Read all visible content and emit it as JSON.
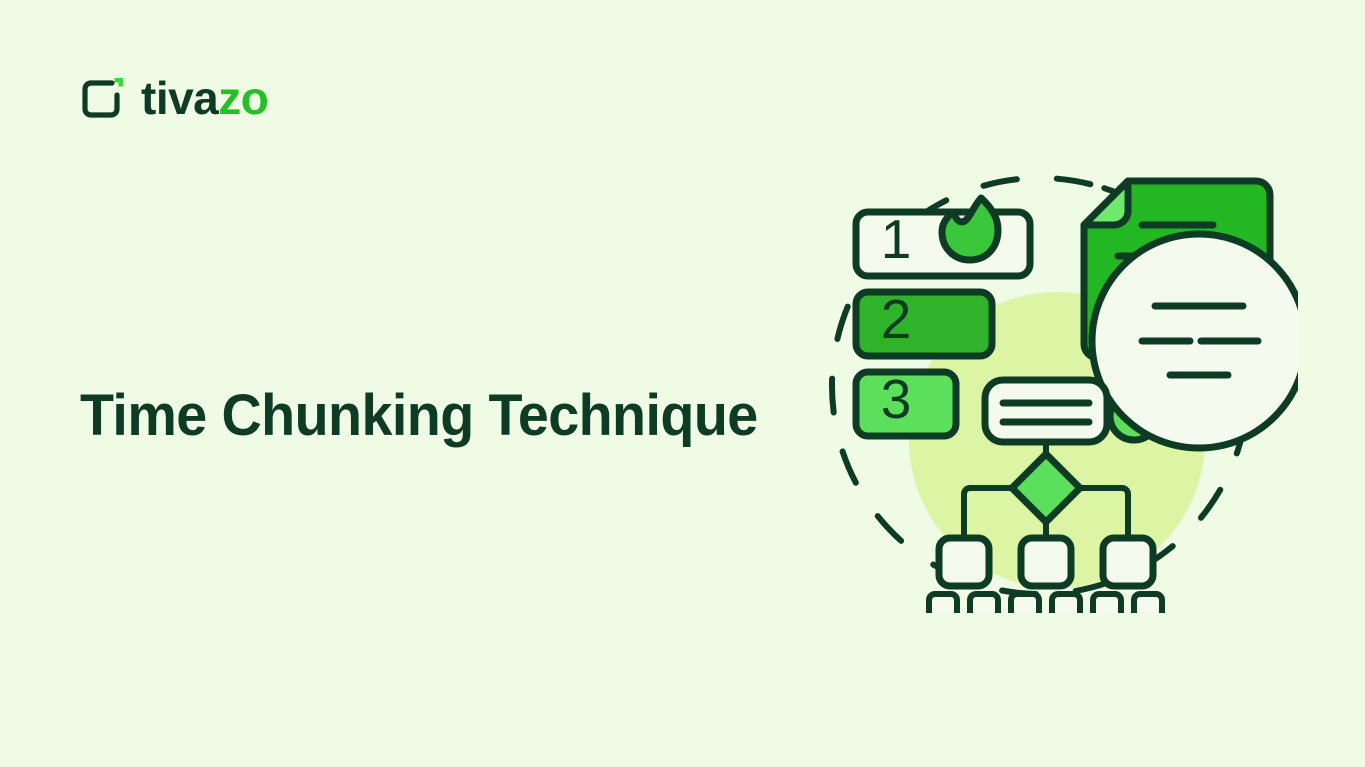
{
  "page": {
    "background_color": "#F0FBE6",
    "type": "article-banner"
  },
  "logo": {
    "name": "tivazo",
    "word_dark": "tiva",
    "word_accent": "zo",
    "mark_icon": "rounded-bracket-square-icon",
    "dark_color": "#0E3B23",
    "accent_color": "#23C123"
  },
  "heading": {
    "title": "Time Chunking Technique",
    "color": "#0E3B23"
  },
  "illustration": {
    "name": "time-chunking-illustration",
    "palette": {
      "outline": "#0E3B23",
      "cream": "#F4FBEE",
      "blob": "#DCF5A5",
      "green_mid": "#2FB32B",
      "green_bright": "#5CE05C",
      "green_doc": "#23B823",
      "green_fold": "#6FE86F",
      "background": "#F0FBE6"
    },
    "cards": [
      {
        "label": "1",
        "fill": "#F4FBEE",
        "text_color": "#0E3B23",
        "has_flame": true
      },
      {
        "label": "2",
        "fill": "#2FB32B",
        "text_color": "#0E3B23",
        "has_flame": false
      },
      {
        "label": "3",
        "fill": "#5CE05C",
        "text_color": "#0E3B23",
        "has_flame": false
      }
    ],
    "flame_icon": "flame-icon",
    "document": {
      "icon": "document-page-icon",
      "fill": "#23B823",
      "fold_fill": "#6FE86F",
      "text_line_count": 4
    },
    "magnifier": {
      "icon": "magnifying-glass-icon",
      "lens_fill": "#F4FBEE",
      "handle_fill": "#5CE05C",
      "text_line_rows": 3
    },
    "flowchart": {
      "icon": "flowchart-icon",
      "top_node_line_count": 2,
      "diamond_fill": "#5CE05C",
      "leaf_node_count": 3,
      "small_square_count": 6
    },
    "dashed_circle": {
      "icon": "dashed-circle-icon",
      "stroke": "#0E3B23"
    },
    "blob": {
      "icon": "blob-circle-decoration",
      "fill": "#DCF5A5"
    }
  }
}
